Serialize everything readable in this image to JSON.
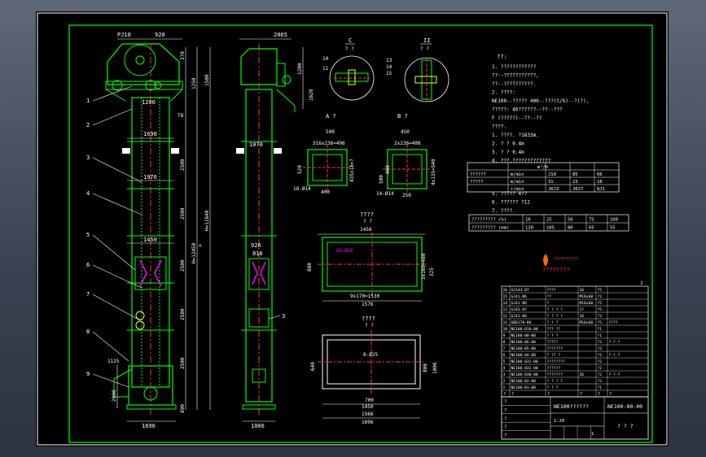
{
  "colors": {
    "background": "#000000",
    "frame": "#ffffff",
    "structure": "#00ff00",
    "centerline": "#ff3333",
    "dimension": "#ffffff",
    "hatch": "#ff00ff",
    "chain": "#ffff00"
  },
  "front_view": {
    "dims": {
      "top_left": "PJ10",
      "top_right": "920",
      "width_1690": "1690",
      "width_1976": "1976",
      "width_1450": "1450",
      "bottom_width": "1696",
      "right_1200": "1200",
      "right_1500": "1500",
      "right_2500a": "2500",
      "right_2500b": "2500",
      "right_2500c": "2500",
      "right_2500d": "2500",
      "right_2500e": "2500",
      "total_height": "H=11640",
      "mid_height": "H=12450",
      "n_mark": "n",
      "left_2000": "2000",
      "left_1125": "1125",
      "bottom_890": "890",
      "top_370": "370",
      "top_1250": "1250",
      "t_mark": "T8"
    },
    "callouts": [
      "1",
      "2",
      "3",
      "4",
      "5",
      "6",
      "7",
      "8",
      "9"
    ]
  },
  "side_view": {
    "dims": {
      "top": "2065",
      "width_1070": "1070",
      "width_926": "926",
      "width_810": "810",
      "bottom": "1006",
      "right_1200": "1200",
      "right_1620": "1620"
    },
    "callouts": [
      "3"
    ]
  },
  "section_views": {
    "c": {
      "label": "C",
      "sub": "? ?",
      "callouts": [
        "10",
        "11"
      ]
    },
    "ii": {
      "label": "II",
      "sub": "? ?",
      "callouts": [
        "13",
        "14",
        "15"
      ]
    },
    "a": {
      "label": "A ?",
      "width_top": "500",
      "inner": "316x236=496",
      "left": "520",
      "right": "435x18=?",
      "bottom": "400",
      "note": "18-Ø14"
    },
    "b": {
      "label": "B ?",
      "width_top": "450",
      "inner": "2x236=408",
      "left": "500",
      "right": "4x135=540",
      "left2": "400",
      "bottom": "250",
      "note": "14-Ø14"
    }
  },
  "plan_view_1": {
    "title": "????",
    "sub": "? ?",
    "top": "1456",
    "left": "880",
    "right": "325",
    "right2": "3x160=480",
    "bottom1": "9x170=1530",
    "bottom2": "1576",
    "hole": "28-Ø16"
  },
  "plan_view_2": {
    "title": "????",
    "sub": "? ?",
    "left": "640",
    "right1": "800",
    "right2": "1006",
    "bottom1": "700",
    "bottom2": "1450",
    "bottom3": "1566",
    "bottom4": "1696",
    "hole": "8-Ø25"
  },
  "notes": {
    "heading": "??:",
    "lines": [
      "1. ????????????",
      "   ??--???????????,",
      "   ??--??????????.",
      "2. ????:",
      "   NE100--????? 400--???(t/h)--?(?),",
      "   ?????: 40??????--??--???",
      "            F (?????)--??--??",
      "   ????.",
      "1. ????. ?1833m.",
      "2. ?  ?  0.4m",
      "3. ?  ?  0.4m",
      "4. ???.?????????????"
    ],
    "after_table": [
      "5. ????? 4??",
      "6. ?????? ?12",
      "7. ????."
    ]
  },
  "spec_table_1": {
    "header": [
      "",
      "m³/h",
      "",
      ""
    ],
    "rows": [
      [
        "??????",
        "m/min",
        "J10",
        "85",
        "66"
      ],
      [
        "?????",
        "m/min",
        "31",
        "23",
        "18"
      ],
      [
        "",
        "r/min",
        "J6J3",
        "J0J7",
        "8J1"
      ]
    ]
  },
  "spec_table_2": {
    "rows": [
      [
        "????????? (%)",
        "10",
        "25",
        "50",
        "75",
        "100"
      ],
      [
        "????????? (mm)",
        "130",
        "105",
        "80",
        "65",
        "55"
      ]
    ]
  },
  "logo": {
    "top": "??????????",
    "bottom": "????????"
  },
  "parts_list": {
    "section_mark": "1",
    "rows": [
      [
        "16",
        "GJ143-87",
        "???? ",
        "16",
        "?5",
        ""
      ],
      [
        "15",
        "GJ41-86",
        "??",
        "M16x60",
        "?2",
        ""
      ],
      [
        "14",
        "GJ41-86",
        "?",
        "M16x60",
        "?5",
        ""
      ],
      [
        "13",
        "GJ43-87",
        "? ? ? ?",
        "1?",
        "?5",
        ""
      ],
      [
        "12",
        "GJ41-86",
        "? ? ? ?",
        "16",
        "?2",
        ""
      ],
      [
        "11",
        "GB6170-86",
        "? ? ?",
        "M16x60",
        "?5",
        "????"
      ],
      [
        "10",
        "NE100-010-00",
        "??? ??",
        "",
        "?1",
        ""
      ],
      [
        "9",
        "NE100-00-00",
        "? ? ?",
        "",
        "?1",
        ""
      ],
      [
        "8",
        "NE100-06-00",
        "?????",
        "",
        "?2",
        "?-?-?"
      ],
      [
        "7",
        "NE100-05-00",
        "???????",
        "",
        "?2",
        ""
      ],
      [
        "6",
        "NE100-04-00",
        "? ?? ?",
        "",
        "?2",
        "?-?-?"
      ],
      [
        "5",
        "NE100-032-00",
        "????????",
        "",
        "?2",
        ""
      ],
      [
        "4",
        "NE100-031-00",
        "??????",
        "",
        "?2",
        ""
      ],
      [
        "3",
        "NE100-030-00",
        "???????",
        "26",
        "?2",
        "?-?-?"
      ],
      [
        "2",
        "NE100-02-00",
        "? ? ? ?",
        "",
        "?2",
        ""
      ],
      [
        "1",
        "NE100-01-00",
        "? ? ?",
        "",
        "?1",
        ""
      ]
    ],
    "header": [
      "?",
      "?",
      "?",
      "?",
      "?",
      "?"
    ]
  },
  "title_block": {
    "name": "NE100??????",
    "drawing_no": "NE100-00-00",
    "company": "? ? ?",
    "scale": "1:20",
    "sheet": "1",
    "rows": [
      "?",
      "?",
      "?",
      "?",
      "?"
    ]
  }
}
